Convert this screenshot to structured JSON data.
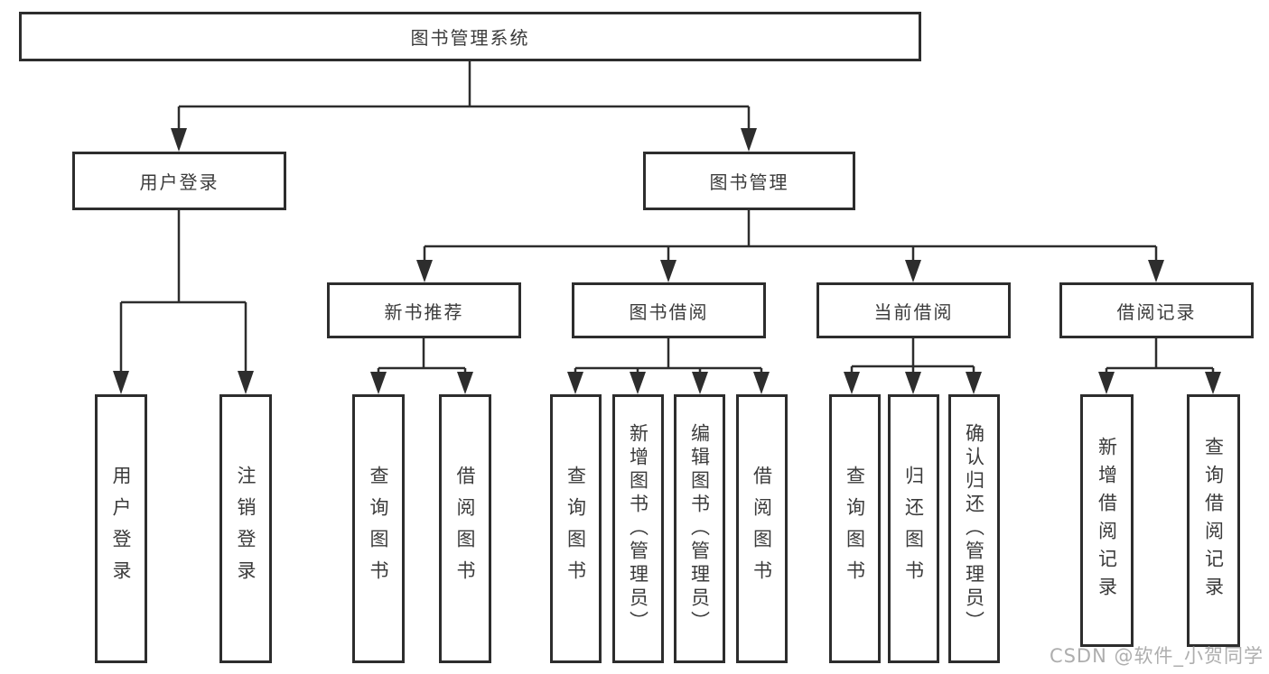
{
  "title": {
    "label": "图书管理系统"
  },
  "level2": [
    {
      "label": "用户登录"
    },
    {
      "label": "图书管理"
    }
  ],
  "level3": [
    {
      "label": "新书推荐"
    },
    {
      "label": "图书借阅"
    },
    {
      "label": "当前借阅"
    },
    {
      "label": "借阅记录"
    }
  ],
  "leaves": {
    "user_login": [
      "用户登录",
      "注销登录"
    ],
    "new_books": [
      "查询图书",
      "借阅图书"
    ],
    "book_borrow": [
      "查询图书",
      "新增图书（管理员）",
      "编辑图书（管理员）",
      "借阅图书"
    ],
    "current_borrow": [
      "查询图书",
      "归还图书",
      "确认归还（管理员）"
    ],
    "borrow_records": [
      "新增借阅记录",
      "查询借阅记录"
    ]
  },
  "watermark": "CSDN @软件_小贺同学",
  "colors": {
    "line": "#2d2d2d",
    "box_border": "#2d2d2d",
    "text": "#3b3b3b",
    "background": "#ffffff",
    "watermark": "#a5a5a5"
  }
}
